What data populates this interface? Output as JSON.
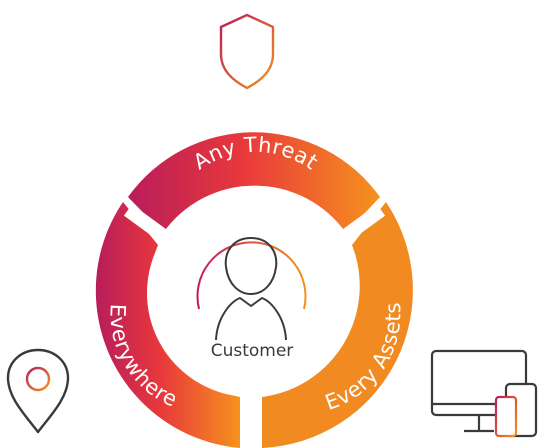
{
  "center": {
    "label": "Customer",
    "icon": "person-icon"
  },
  "segments": [
    {
      "id": "top",
      "label": "Any Threat"
    },
    {
      "id": "right",
      "label": "Every Assets"
    },
    {
      "id": "left",
      "label": "Everywhere"
    }
  ],
  "icons": {
    "top": "shield-icon",
    "left": "location-pin-icon",
    "right": "devices-icon"
  },
  "colors": {
    "gradient_start": "#c2185b",
    "gradient_mid": "#e53a3a",
    "gradient_end": "#f5911e",
    "text_dark": "#3a3a3a"
  }
}
